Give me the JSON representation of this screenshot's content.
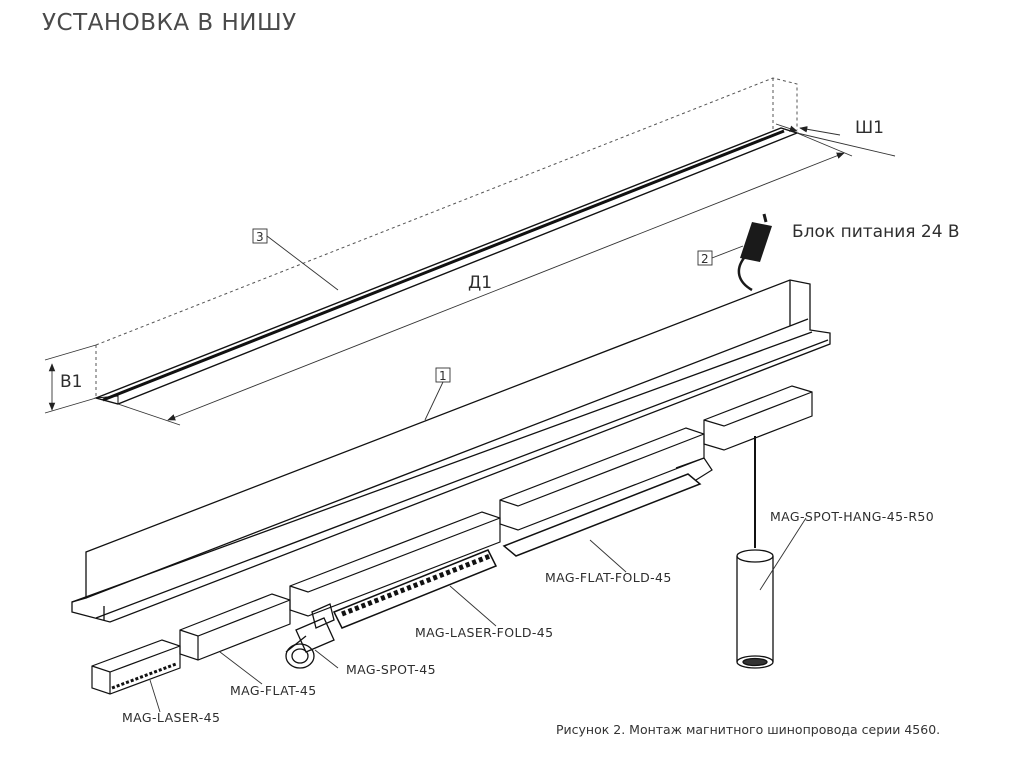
{
  "title": "УСТАНОВКА В НИШУ",
  "caption": "Рисунок 2. Монтаж магнитного шинопровода серии 4560.",
  "dimensions": {
    "length": "Д1",
    "width": "Ш1",
    "height": "В1"
  },
  "callouts": {
    "track": "1",
    "power_supply": "2",
    "niche": "3"
  },
  "power_supply_label": "Блок питания 24 В",
  "fixtures": {
    "laser": "MAG-LASER-45",
    "flat": "MAG-FLAT-45",
    "spot": "MAG-SPOT-45",
    "laser_fold": "MAG-LASER-FOLD-45",
    "flat_fold": "MAG-FLAT-FOLD-45",
    "spot_hang": "MAG-SPOT-HANG-45-R50"
  }
}
